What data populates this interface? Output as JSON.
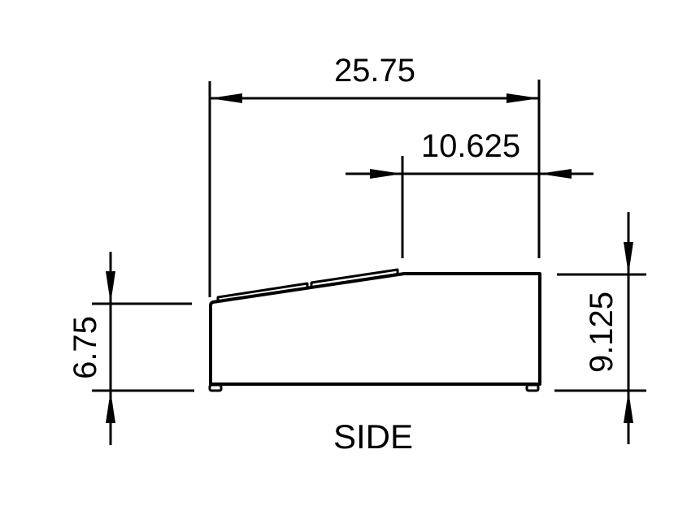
{
  "drawing": {
    "view_label": "SIDE",
    "dimensions": {
      "overall_length": "25.75",
      "flat_top_length": "10.625",
      "front_height": "6.75",
      "rear_height": "9.125"
    },
    "colors": {
      "line": "#000000",
      "background": "#ffffff"
    }
  }
}
